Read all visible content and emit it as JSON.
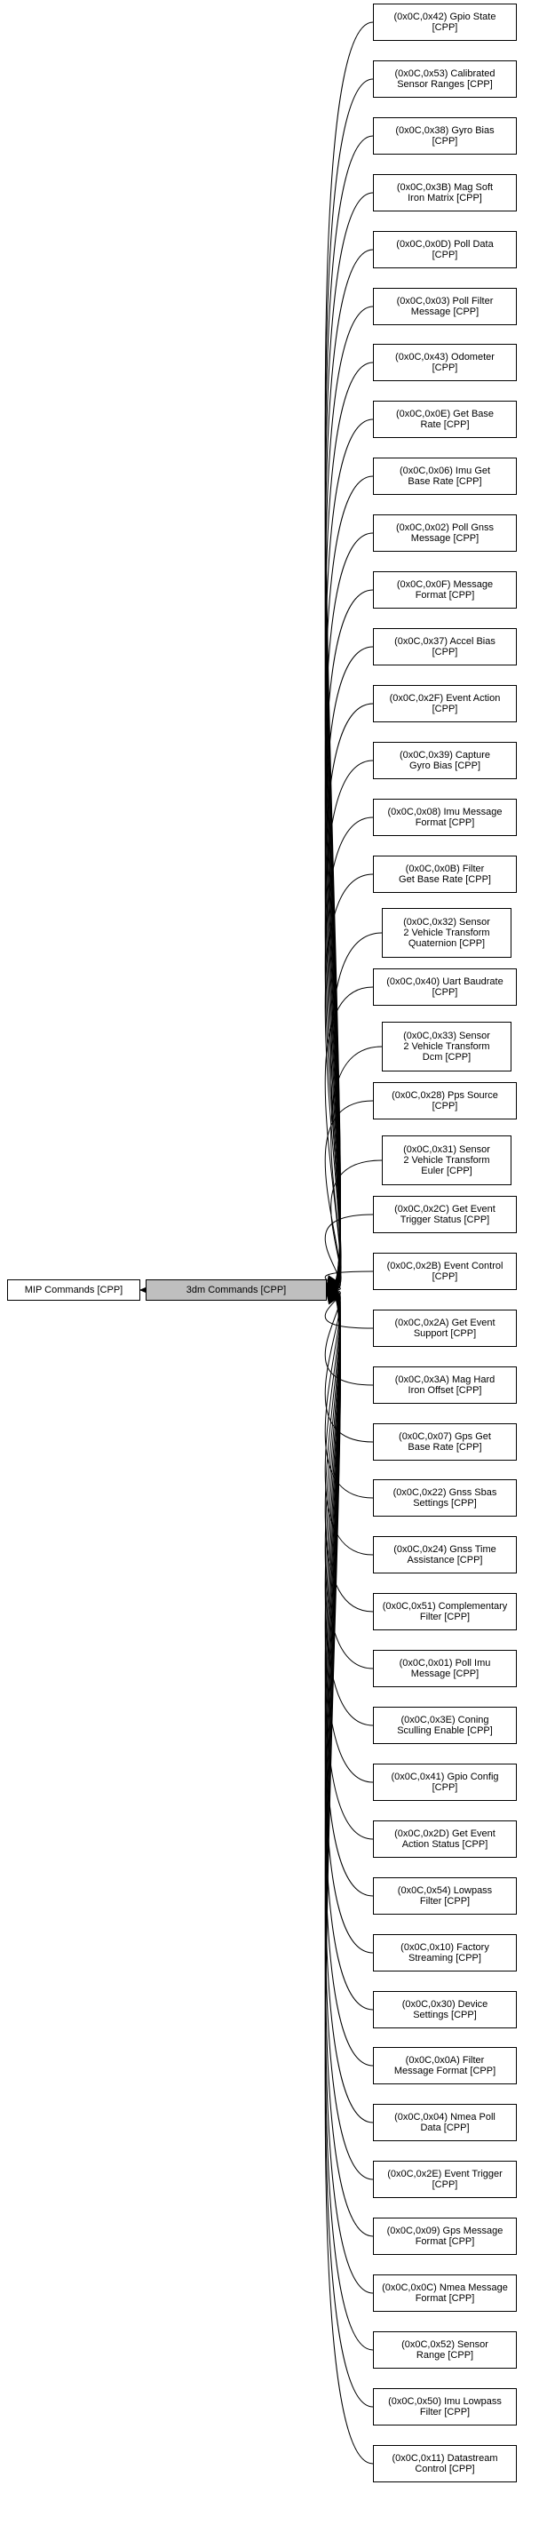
{
  "graph": {
    "center_node": {
      "label": "3dm Commands [CPP]",
      "fill": "#bfbfbf"
    },
    "parent_node": {
      "label": "MIP Commands [CPP]"
    },
    "edge_color": "#000000",
    "children": [
      {
        "label": "(0x0C,0x42) Gpio State\n[CPP]"
      },
      {
        "label": "(0x0C,0x53) Calibrated\nSensor Ranges [CPP]"
      },
      {
        "label": "(0x0C,0x38) Gyro Bias\n[CPP]"
      },
      {
        "label": "(0x0C,0x3B) Mag Soft\nIron Matrix [CPP]"
      },
      {
        "label": "(0x0C,0x0D) Poll Data\n[CPP]"
      },
      {
        "label": "(0x0C,0x03) Poll Filter\nMessage [CPP]"
      },
      {
        "label": "(0x0C,0x43) Odometer\n[CPP]"
      },
      {
        "label": "(0x0C,0x0E) Get Base\nRate [CPP]"
      },
      {
        "label": "(0x0C,0x06) Imu Get\nBase Rate [CPP]"
      },
      {
        "label": "(0x0C,0x02) Poll Gnss\nMessage [CPP]"
      },
      {
        "label": "(0x0C,0x0F) Message\nFormat [CPP]"
      },
      {
        "label": "(0x0C,0x37) Accel Bias\n[CPP]"
      },
      {
        "label": "(0x0C,0x2F) Event Action\n[CPP]"
      },
      {
        "label": "(0x0C,0x39) Capture\nGyro Bias [CPP]"
      },
      {
        "label": "(0x0C,0x08) Imu Message\nFormat [CPP]"
      },
      {
        "label": "(0x0C,0x0B) Filter\nGet Base Rate [CPP]"
      },
      {
        "label": "(0x0C,0x32) Sensor\n2 Vehicle Transform\nQuaternion [CPP]"
      },
      {
        "label": "(0x0C,0x40) Uart Baudrate\n[CPP]"
      },
      {
        "label": "(0x0C,0x33) Sensor\n2 Vehicle Transform\nDcm [CPP]"
      },
      {
        "label": "(0x0C,0x28) Pps Source\n[CPP]"
      },
      {
        "label": "(0x0C,0x31) Sensor\n2 Vehicle Transform\nEuler [CPP]"
      },
      {
        "label": "(0x0C,0x2C) Get Event\nTrigger Status [CPP]"
      },
      {
        "label": "(0x0C,0x2B) Event Control\n[CPP]"
      },
      {
        "label": "(0x0C,0x2A) Get Event\nSupport [CPP]"
      },
      {
        "label": "(0x0C,0x3A) Mag Hard\nIron Offset [CPP]"
      },
      {
        "label": "(0x0C,0x07) Gps Get\nBase Rate [CPP]"
      },
      {
        "label": "(0x0C,0x22) Gnss Sbas\nSettings [CPP]"
      },
      {
        "label": "(0x0C,0x24) Gnss Time\nAssistance [CPP]"
      },
      {
        "label": "(0x0C,0x51) Complementary\nFilter [CPP]"
      },
      {
        "label": "(0x0C,0x01) Poll Imu\nMessage [CPP]"
      },
      {
        "label": "(0x0C,0x3E) Coning\nSculling Enable [CPP]"
      },
      {
        "label": "(0x0C,0x41) Gpio Config\n[CPP]"
      },
      {
        "label": "(0x0C,0x2D) Get Event\nAction Status [CPP]"
      },
      {
        "label": "(0x0C,0x54) Lowpass\nFilter [CPP]"
      },
      {
        "label": "(0x0C,0x10) Factory\nStreaming [CPP]"
      },
      {
        "label": "(0x0C,0x30) Device\nSettings [CPP]"
      },
      {
        "label": "(0x0C,0x0A) Filter\nMessage Format [CPP]"
      },
      {
        "label": "(0x0C,0x04) Nmea Poll\nData [CPP]"
      },
      {
        "label": "(0x0C,0x2E) Event Trigger\n[CPP]"
      },
      {
        "label": "(0x0C,0x09) Gps Message\nFormat [CPP]"
      },
      {
        "label": "(0x0C,0x0C) Nmea Message\nFormat [CPP]"
      },
      {
        "label": "(0x0C,0x52) Sensor\nRange [CPP]"
      },
      {
        "label": "(0x0C,0x50) Imu Lowpass\nFilter [CPP]"
      },
      {
        "label": "(0x0C,0x11) Datastream\nControl [CPP]"
      }
    ]
  }
}
